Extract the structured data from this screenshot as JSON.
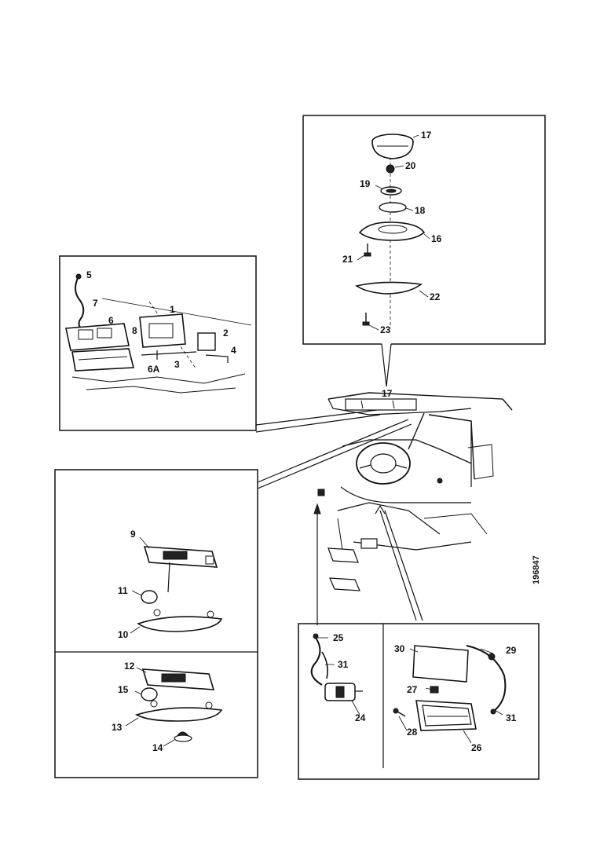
{
  "callouts": {
    "c1": "1",
    "c2": "2",
    "c3": "3",
    "c4": "4",
    "c5": "5",
    "c6": "6",
    "c6a": "6A",
    "c7": "7",
    "c8": "8",
    "c9": "9",
    "c10": "10",
    "c11": "11",
    "c12": "12",
    "c13": "13",
    "c14": "14",
    "c15": "15",
    "c16": "16",
    "c17": "17",
    "c18": "18",
    "c19": "19",
    "c20": "20",
    "c21": "21",
    "c22": "22",
    "c23": "23",
    "c24": "24",
    "c25": "25",
    "c26": "26",
    "c27": "27",
    "c28": "28",
    "c29": "29",
    "c30": "30",
    "c31a": "31",
    "c31b": "31"
  },
  "figure_code": "196847"
}
